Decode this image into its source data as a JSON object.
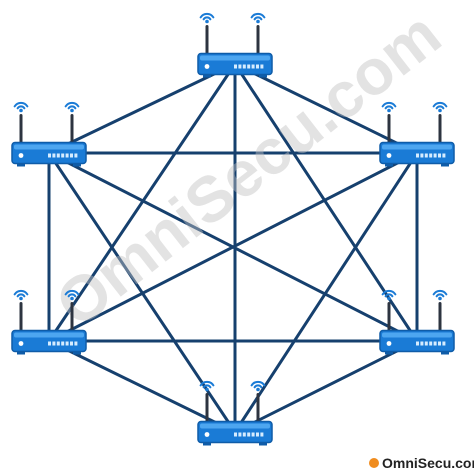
{
  "diagram": {
    "type": "full-mesh-wireless-topology",
    "watermark": "OmniSecu.com",
    "footer_brand": "OmniSecu.com",
    "colors": {
      "link": "#16406e",
      "router": "#1a7bd6",
      "antenna": "#2d3440",
      "watermark": "#c2c2c2"
    },
    "nodes": [
      {
        "id": "router-top",
        "icon": "wireless-router-icon"
      },
      {
        "id": "router-upper-right",
        "icon": "wireless-router-icon"
      },
      {
        "id": "router-lower-right",
        "icon": "wireless-router-icon"
      },
      {
        "id": "router-bottom",
        "icon": "wireless-router-icon"
      },
      {
        "id": "router-lower-left",
        "icon": "wireless-router-icon"
      },
      {
        "id": "router-upper-left",
        "icon": "wireless-router-icon"
      }
    ],
    "links": [
      [
        "router-top",
        "router-upper-right"
      ],
      [
        "router-top",
        "router-lower-right"
      ],
      [
        "router-top",
        "router-bottom"
      ],
      [
        "router-top",
        "router-lower-left"
      ],
      [
        "router-top",
        "router-upper-left"
      ],
      [
        "router-upper-right",
        "router-lower-right"
      ],
      [
        "router-upper-right",
        "router-bottom"
      ],
      [
        "router-upper-right",
        "router-lower-left"
      ],
      [
        "router-upper-right",
        "router-upper-left"
      ],
      [
        "router-lower-right",
        "router-bottom"
      ],
      [
        "router-lower-right",
        "router-lower-left"
      ],
      [
        "router-lower-right",
        "router-upper-left"
      ],
      [
        "router-bottom",
        "router-lower-left"
      ],
      [
        "router-bottom",
        "router-upper-left"
      ],
      [
        "router-lower-left",
        "router-upper-left"
      ]
    ]
  }
}
